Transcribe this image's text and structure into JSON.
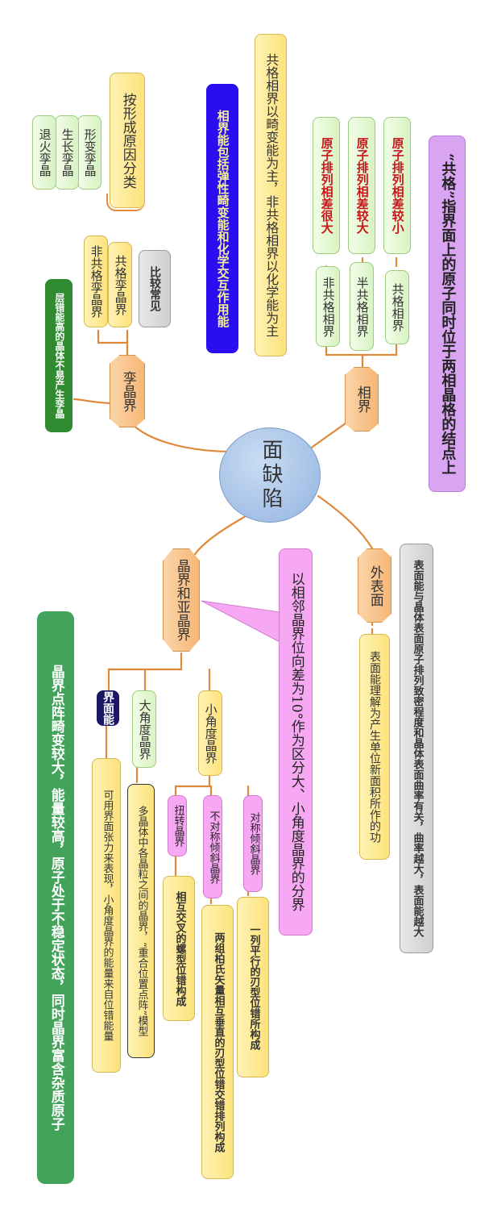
{
  "center": "面缺陷",
  "phase_boundary": {
    "title": "相界",
    "definition": "“共格”指界面上的原子同时位于两相晶格的结点上",
    "types": [
      {
        "name": "共格相界",
        "desc": "原子排列相差较小"
      },
      {
        "name": "半共格相界",
        "desc": "原子排列相差较大"
      },
      {
        "name": "非共格相界",
        "desc": "原子排列相差很大"
      }
    ],
    "energy_note": "共格相界以畸变能为主，非共格相界以化学能为主",
    "energy_note2": "相界能包括弹性畸变能和化学交互作用能"
  },
  "twin_boundary": {
    "title": "孪晶界",
    "types": [
      "共格孪晶界",
      "非共格孪晶界"
    ],
    "common": "比较常见",
    "origin_title": "按形成原因分类",
    "origin_types": [
      "形变孪晶",
      "生长孪晶",
      "退火孪晶"
    ],
    "note": "层错能高的晶体不易产生孪晶"
  },
  "outer_surface": {
    "title": "外表面",
    "energy_def": "表面能理解为产生单位新面积所作的功",
    "energy_note": "表面能与晶体表面原子排列致密程度和晶体表面曲率有关，曲率越大，表面能越大"
  },
  "grain_boundary": {
    "title": "晶界和亚晶界",
    "division": "以相邻晶界位向差为10°作为区分大、小角度晶界的分界",
    "small_angle": {
      "title": "小角度晶界",
      "types": [
        {
          "name": "对称倾斜晶界",
          "desc": "一列平行的刃型位错所构成"
        },
        {
          "name": "不对称倾斜晶界",
          "desc": "两组柏氏矢量相互垂直的刃型位错交错排列构成"
        },
        {
          "name": "扭转晶界",
          "desc": "相互交叉的螺型位错构成"
        }
      ]
    },
    "large_angle": {
      "title": "大角度晶界",
      "desc": "多晶体中各晶粒之间的晶界，“重合位置点阵”模型"
    },
    "interface_energy": {
      "title": "界面能",
      "desc": "可用界面张力来表现，小角度晶界的能量来自位错能量"
    },
    "summary": "晶界点阵畸变较大，能量较高，原子处于不稳定状态，同时晶界富含杂质原子"
  }
}
